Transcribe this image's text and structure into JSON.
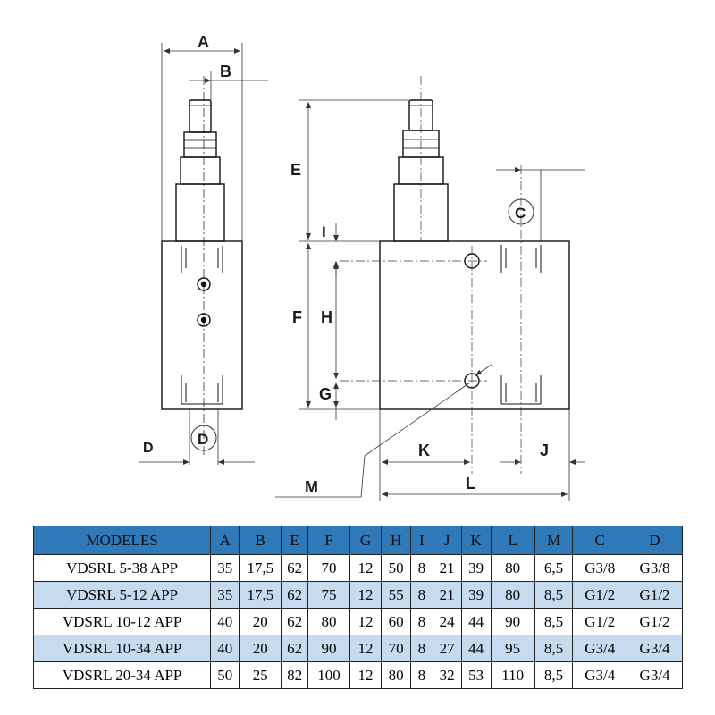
{
  "diagram": {
    "dimension_labels": {
      "A": "A",
      "B": "B",
      "C": "C",
      "D_circle": "D",
      "D": "D",
      "E": "E",
      "I": "I",
      "F": "F",
      "H": "H",
      "G": "G",
      "K": "K",
      "J": "J",
      "L": "L",
      "M": "M"
    }
  },
  "table": {
    "headers": [
      "MODELES",
      "A",
      "B",
      "E",
      "F",
      "G",
      "H",
      "I",
      "J",
      "K",
      "L",
      "M",
      "C",
      "D"
    ],
    "rows": [
      [
        "VDSRL 5-38 APP",
        "35",
        "17,5",
        "62",
        "70",
        "12",
        "50",
        "8",
        "21",
        "39",
        "80",
        "6,5",
        "G3/8",
        "G3/8"
      ],
      [
        "VDSRL 5-12 APP",
        "35",
        "17,5",
        "62",
        "75",
        "12",
        "55",
        "8",
        "21",
        "39",
        "80",
        "8,5",
        "G1/2",
        "G1/2"
      ],
      [
        "VDSRL 10-12 APP",
        "40",
        "20",
        "62",
        "80",
        "12",
        "60",
        "8",
        "24",
        "44",
        "90",
        "8,5",
        "G1/2",
        "G1/2"
      ],
      [
        "VDSRL 10-34 APP",
        "40",
        "20",
        "62",
        "90",
        "12",
        "70",
        "8",
        "27",
        "44",
        "95",
        "8,5",
        "G3/4",
        "G3/4"
      ],
      [
        "VDSRL 20-34 APP",
        "50",
        "25",
        "82",
        "100",
        "12",
        "80",
        "8",
        "32",
        "53",
        "110",
        "8,5",
        "G3/4",
        "G3/4"
      ]
    ],
    "colors": {
      "header_bg": "#2f79b9",
      "alt_row_bg": "#c6dcee"
    }
  }
}
